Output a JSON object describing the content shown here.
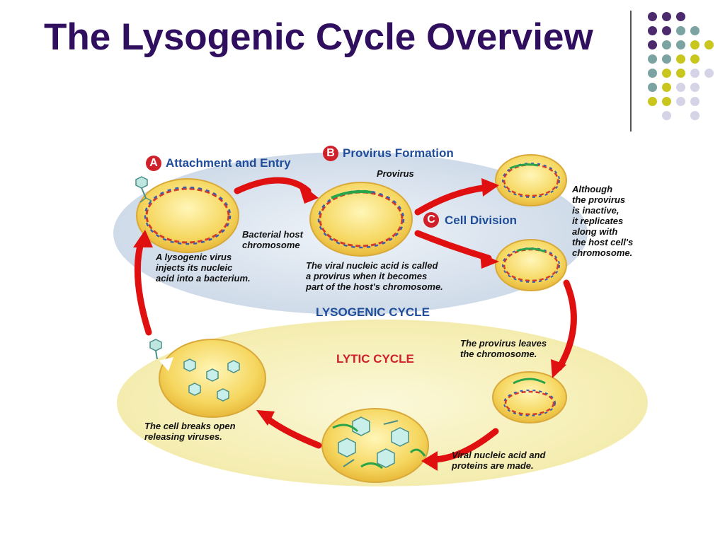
{
  "title": "The Lysogenic Cycle Overview",
  "colors": {
    "title": "#2f0f5e",
    "dot_purple": "#4b2a6e",
    "dot_teal": "#7aa3a1",
    "dot_olive": "#c9c61e",
    "dot_lavender": "#d5d3e6",
    "step_text": "#1f4d9a",
    "step_badge": "#d0202a",
    "arrow": "#e01010",
    "cell_fill": "#f7dc6f",
    "lysogenic_bg": "#d9e3ee",
    "lytic_bg": "#f8f4c8"
  },
  "diagram": {
    "steps": [
      {
        "letter": "A",
        "label": "Attachment and Entry"
      },
      {
        "letter": "B",
        "label": "Provirus Formation"
      },
      {
        "letter": "C",
        "label": "Cell Division"
      }
    ],
    "cycles": {
      "lysogenic": "LYSOGENIC CYCLE",
      "lytic": "LYTIC CYCLE"
    },
    "labels": {
      "provirus": "Provirus",
      "bacterial_host": "Bacterial host\nchromosome",
      "inject": "A lysogenic virus\ninjects its nucleic\nacid into a bacterium.",
      "provirus_called": "The viral nucleic acid is called\na provirus when it becomes\npart of  the host's chromosome.",
      "although": "Although\nthe provirus\nis inactive,\nit replicates\nalong with\nthe host cell's\nchromosome.",
      "leaves": "The provirus leaves\nthe chromosome.",
      "made": "Viral nucleic acid and\nproteins are made.",
      "breaks": "The cell breaks open\nreleasing viruses."
    }
  }
}
